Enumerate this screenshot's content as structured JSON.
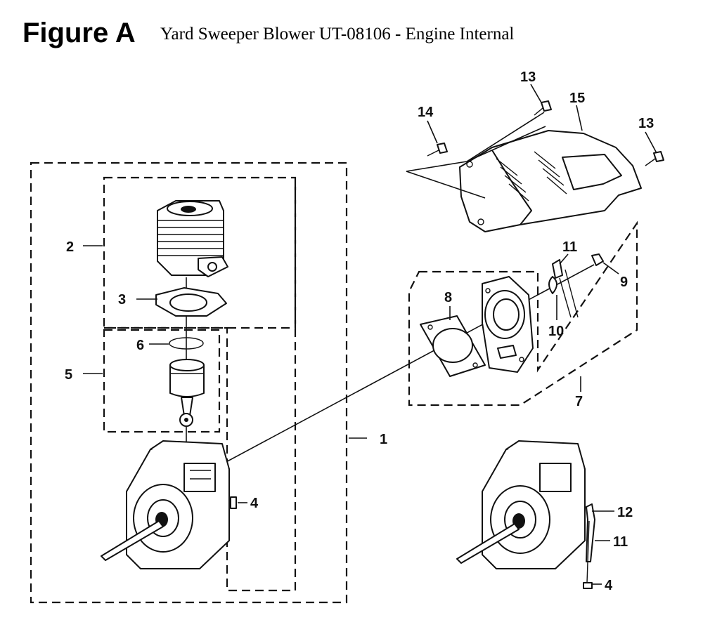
{
  "header": {
    "figure_label": "Figure A",
    "title": "Yard Sweeper Blower UT-08106 - Engine Internal"
  },
  "callouts": [
    {
      "id": "c1",
      "text": "1"
    },
    {
      "id": "c2",
      "text": "2"
    },
    {
      "id": "c3",
      "text": "3"
    },
    {
      "id": "c4a",
      "text": "4"
    },
    {
      "id": "c4b",
      "text": "4"
    },
    {
      "id": "c5",
      "text": "5"
    },
    {
      "id": "c6",
      "text": "6"
    },
    {
      "id": "c7",
      "text": "7"
    },
    {
      "id": "c8",
      "text": "8"
    },
    {
      "id": "c9",
      "text": "9"
    },
    {
      "id": "c10",
      "text": "10"
    },
    {
      "id": "c11a",
      "text": "11"
    },
    {
      "id": "c11b",
      "text": "11"
    },
    {
      "id": "c12",
      "text": "12"
    },
    {
      "id": "c13a",
      "text": "13"
    },
    {
      "id": "c13b",
      "text": "13"
    },
    {
      "id": "c14",
      "text": "14"
    },
    {
      "id": "c15",
      "text": "15"
    }
  ],
  "parts": {
    "cylinder": "cylinder",
    "gasket": "cylinder-gasket",
    "piston_ring": "piston-ring",
    "piston": "piston-connecting-rod",
    "crankcase": "crankcase",
    "crankcase_detail": "crankcase-detail-view",
    "muffler": "muffler",
    "muffler_gasket": "muffler-gasket",
    "shroud": "cylinder-shroud",
    "screw": "screw"
  }
}
